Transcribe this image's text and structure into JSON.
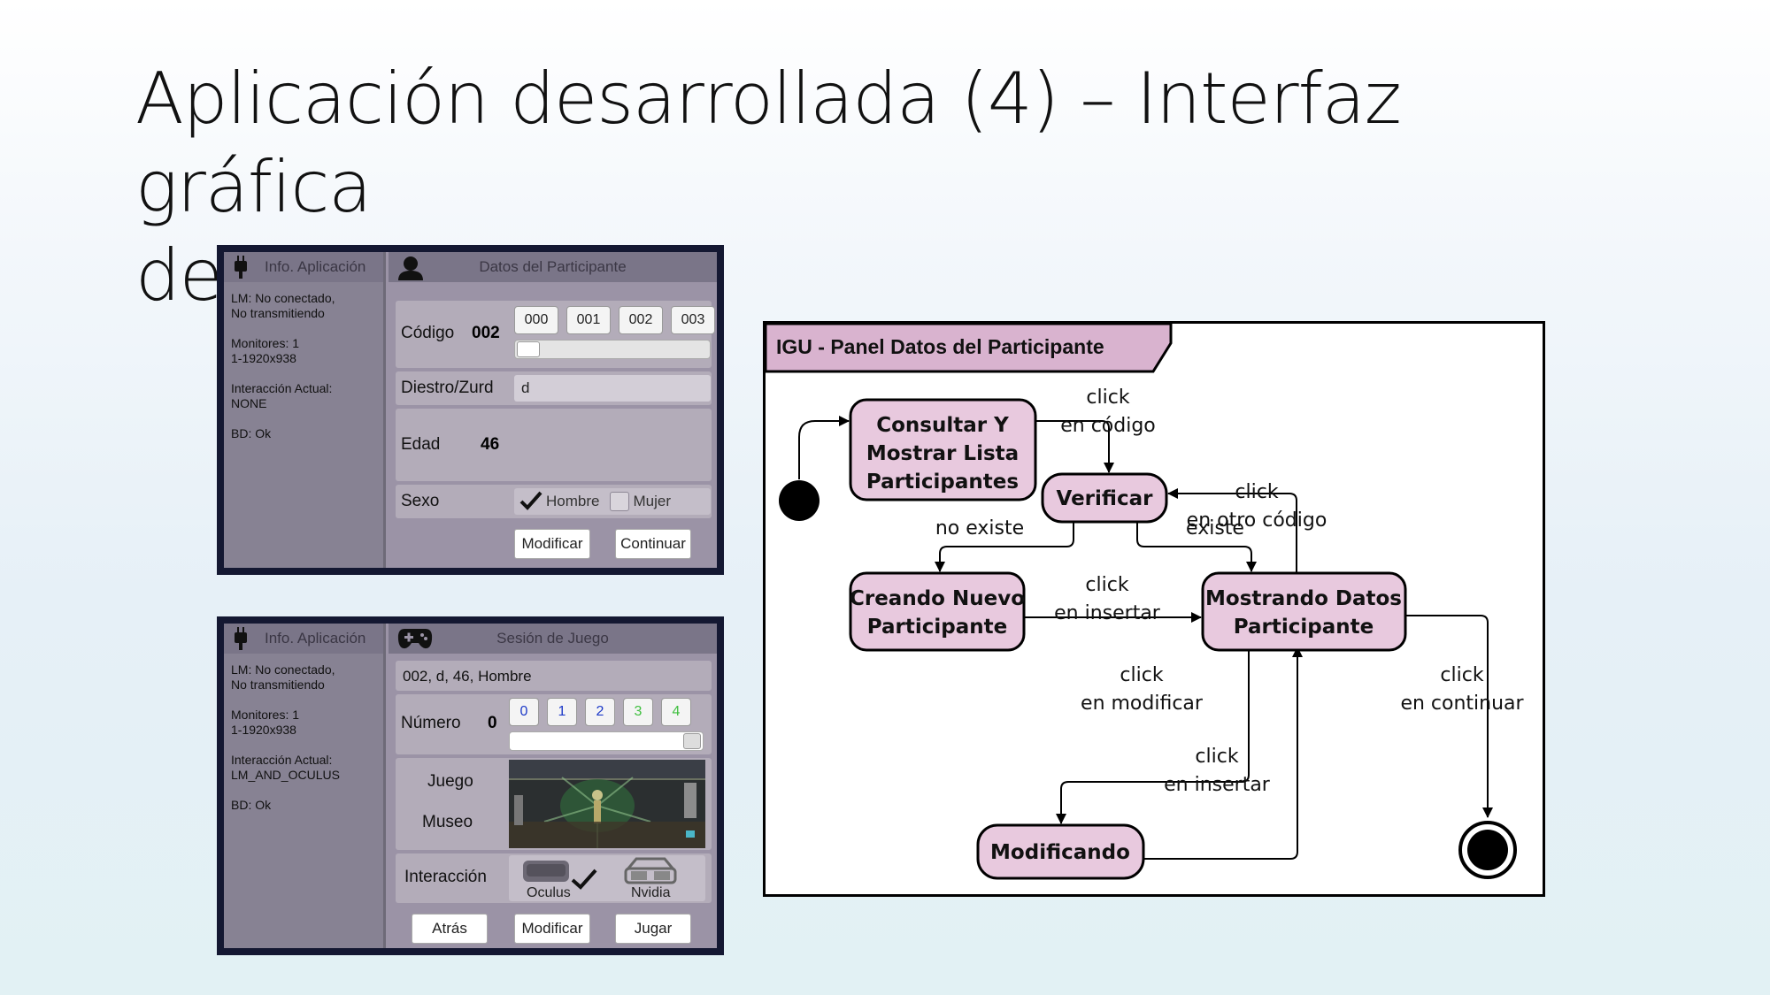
{
  "slide": {
    "title_line1": "Aplicación desarrollada (4) – Interfaz gráfica",
    "title_line2": "de usuario"
  },
  "panel1": {
    "side_header": "Info. Aplicación",
    "side_lm": "LM: No conectado,\nNo transmitiendo",
    "side_monitores": "Monitores: 1\n1-1920x938",
    "side_interaccion": "Interacción Actual:\nNONE",
    "side_bd": "BD: Ok",
    "header": "Datos del Participante",
    "codigo_label": "Código",
    "codigo_value": "002",
    "codigo_chips": [
      "000",
      "001",
      "002",
      "003"
    ],
    "diestro_label": "Diestro/Zurd",
    "diestro_value": "d",
    "edad_label": "Edad",
    "edad_value": "46",
    "sexo_label": "Sexo",
    "sexo_hombre": "Hombre",
    "sexo_mujer": "Mujer",
    "btn_modificar": "Modificar",
    "btn_continuar": "Continuar"
  },
  "panel2": {
    "side_header": "Info. Aplicación",
    "side_lm": "LM: No conectado,\nNo transmitiendo",
    "side_monitores": "Monitores: 1\n1-1920x938",
    "side_interaccion": "Interacción Actual:\nLM_AND_OCULUS",
    "side_bd": "BD: Ok",
    "header": "Sesión de Juego",
    "summary": "002, d, 46, Hombre",
    "numero_label": "Número",
    "numero_value": "0",
    "numero_chips": [
      "0",
      "1",
      "2",
      "3",
      "4"
    ],
    "juego_label": "Juego",
    "museo_label": "Museo",
    "interaccion_label": "Interacción",
    "oculus_label": "Oculus",
    "nvidia_label": "Nvidia",
    "btn_atras": "Atrás",
    "btn_modificar": "Modificar",
    "btn_jugar": "Jugar"
  },
  "diagram": {
    "frame_title": "IGU - Panel Datos del Participante",
    "states": {
      "consultar": [
        "Consultar  Y",
        "Mostrar Lista",
        "Participantes"
      ],
      "verificar": [
        "Verificar"
      ],
      "creando": [
        "Creando Nuevo",
        "Participante"
      ],
      "mostrando": [
        "Mostrando Datos",
        "Participante"
      ],
      "modificando": [
        "Modificando"
      ]
    },
    "transitions": {
      "click_codigo": [
        "click",
        "en código"
      ],
      "click_otro_codigo": [
        "click",
        "en otro código"
      ],
      "no_existe": [
        "no existe"
      ],
      "existe": [
        "existe"
      ],
      "click_insertar1": [
        "click",
        "en insertar"
      ],
      "click_modificar": [
        "click",
        "en modificar"
      ],
      "click_continuar": [
        "click",
        "en continuar"
      ],
      "click_insertar2": [
        "click",
        "en insertar"
      ]
    }
  }
}
